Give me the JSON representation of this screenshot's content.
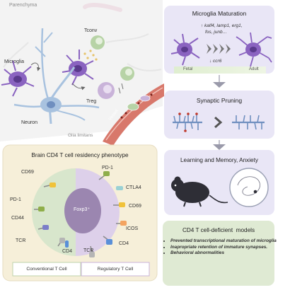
{
  "colors": {
    "panel_lavender": "#e9e6f6",
    "panel_green": "#dfead3",
    "microglia": "#8a63c0",
    "neuron": "#a8c2df",
    "tconv": "#b7d3a6",
    "treg": "#c9b3d9",
    "vessel": "#d8786b",
    "residency_bg": "#f6efd9"
  },
  "parenchyma": {
    "region_label": "Parenchyma",
    "tconv_label": "Tconv",
    "microglia_label": "Microglia",
    "treg_label": "Treg",
    "neuron_label": "Neuron",
    "glia_label": "Glia limitans",
    "vessel_label": "Vessel"
  },
  "maturation": {
    "title": "Microglia Maturation",
    "genes_up_line1": "↑ kalf4, lamp1, erg1,",
    "genes_up_line2": "fos, junb…",
    "gene_down": "↓ ccr6",
    "fetal_label": "Fetal",
    "adult_label": "Adult"
  },
  "pruning": {
    "title": "Synaptic Pruning"
  },
  "learning": {
    "title": "Learning and Memory, Anxiety"
  },
  "residency": {
    "title": "Brain CD4 T cell residency phenotype",
    "foxp3": "Foxp3⁺",
    "left_markers": [
      "CD69",
      "PD-1",
      "CD44",
      "TCR"
    ],
    "cd4_left": "CD4",
    "right_markers": [
      "PD-1",
      "CTLA4",
      "CD69",
      "ICOS"
    ],
    "tcr_right": "TCR",
    "cd4_right": "CD4",
    "legend_conventional": "Conventional T Cell",
    "legend_regulatory": "Regulatory T Cell"
  },
  "deficient": {
    "title": "CD4 T cell-deficient  models",
    "items": [
      "Prevented transcriptional maturation of microglia",
      "Inapropriate retention of immature synapses.",
      "Behavioral abnormalities"
    ]
  }
}
